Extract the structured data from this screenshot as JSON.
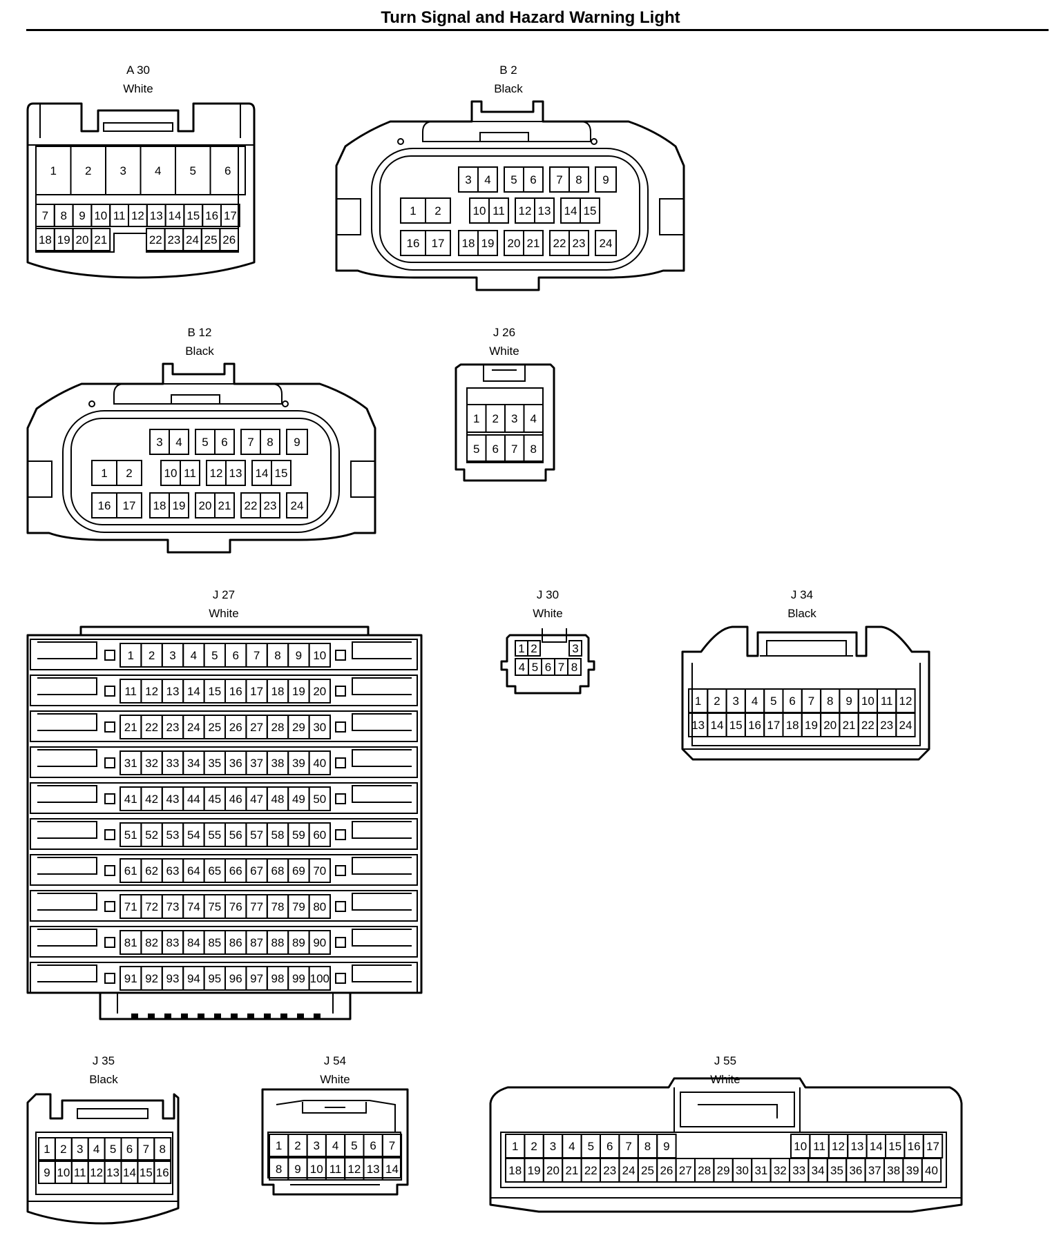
{
  "page": {
    "title": "Turn Signal and Hazard Warning Light"
  },
  "connectors": {
    "A30": {
      "code": "A 30",
      "color": "White"
    },
    "B2": {
      "code": "B 2",
      "color": "Black"
    },
    "B12": {
      "code": "B 12",
      "color": "Black"
    },
    "J26": {
      "code": "J 26",
      "color": "White"
    },
    "J27": {
      "code": "J 27",
      "color": "White"
    },
    "J30": {
      "code": "J 30",
      "color": "White"
    },
    "J34": {
      "code": "J 34",
      "color": "Black"
    },
    "J35": {
      "code": "J 35",
      "color": "Black"
    },
    "J54": {
      "code": "J 54",
      "color": "White"
    },
    "J55": {
      "code": "J 55",
      "color": "White"
    }
  }
}
